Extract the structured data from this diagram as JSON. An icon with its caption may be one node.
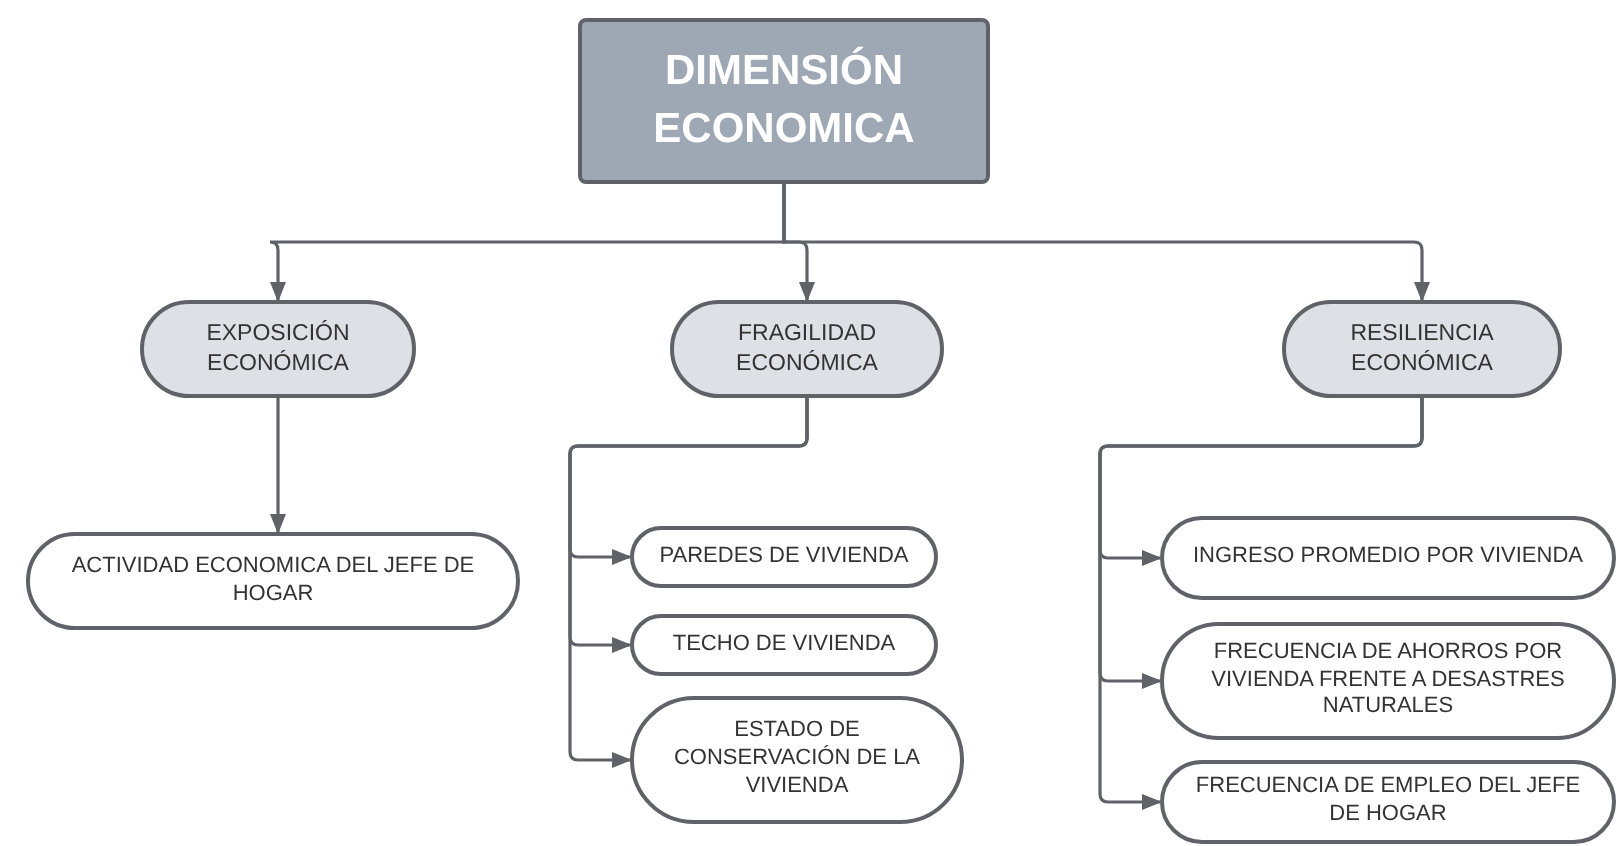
{
  "diagram": {
    "nodes": [
      {
        "text": [
          "DIMENSIÓN ECONOMICA"
        ]
      },
      {
        "text": [
          "EXPOSICIÓN ECONÓMICA"
        ]
      },
      {
        "text": [
          "FRAGILIDAD ECONÓMICA"
        ]
      },
      {
        "text": [
          "RESILIENCIA ECONÓMICA"
        ]
      },
      {
        "text": [
          "ACTIVIDAD ECONOMICA DEL JEFE DE HOGAR"
        ]
      },
      {
        "text": [
          "PAREDES DE VIVIENDA"
        ]
      },
      {
        "text": [
          "TECHO DE VIVIENDA"
        ]
      },
      {
        "text": [
          "ESTADO DE CONSERVACIÓN DE LA VIVIENDA"
        ]
      },
      {
        "text": [
          "INGRESO PROMEDIO POR VIVIENDA"
        ]
      },
      {
        "text": [
          "FRECUENCIA DE AHORROS POR VIVIENDA FRENTE A DESASTRES NATURALES"
        ]
      },
      {
        "text": [
          "FRECUENCIA DE EMPLEO DEL JEFE DE HOGAR"
        ]
      }
    ],
    "edges": [
      {
        "from": 0,
        "to": 1,
        "arrow": "to"
      },
      {
        "from": 0,
        "to": 2,
        "arrow": "to"
      },
      {
        "from": 0,
        "to": 3,
        "arrow": "to"
      },
      {
        "from": 1,
        "to": 4,
        "arrow": "to"
      },
      {
        "from": 2,
        "to": 5,
        "arrow": "to"
      },
      {
        "from": 2,
        "to": 6,
        "arrow": "to"
      },
      {
        "from": 2,
        "to": 7,
        "arrow": "to"
      },
      {
        "from": 3,
        "to": 8,
        "arrow": "to"
      },
      {
        "from": 3,
        "to": 9,
        "arrow": "to"
      },
      {
        "from": 3,
        "to": 10,
        "arrow": "to"
      }
    ]
  }
}
